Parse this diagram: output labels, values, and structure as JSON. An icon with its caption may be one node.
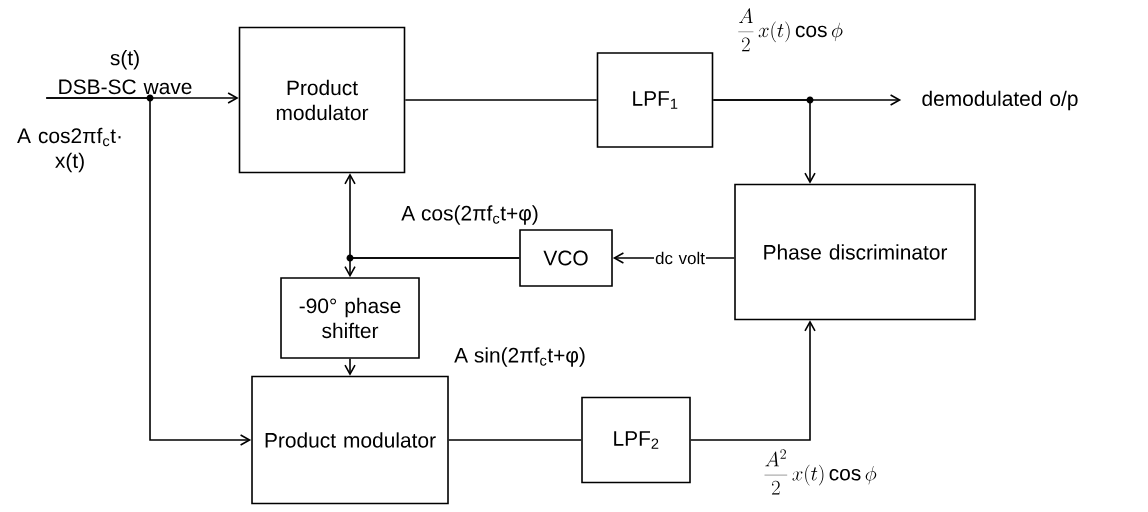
{
  "diagram": {
    "nodes": [
      {
        "text": [
          "Product modulator"
        ]
      },
      {
        "text": [
          "LPF$_{1}$"
        ]
      },
      {
        "text": [
          "Phase discriminator"
        ]
      },
      {
        "text": [
          "VCO"
        ]
      },
      {
        "text": [
          "-90° phase shifter"
        ]
      },
      {
        "text": [
          "Product modulator"
        ]
      },
      {
        "text": [
          "LPF$_{2}$"
        ]
      },
      {
        "text": [
          "s(t)",
          "DSB-SC wave"
        ]
      },
      {
        "text": [
          "demodulated o/p"
        ]
      }
    ],
    "edges": [
      {
        "from": 7,
        "to": 0,
        "arrow": "to"
      },
      {
        "from": 7,
        "to": 5,
        "arrow": "to"
      },
      {
        "from": 0,
        "to": 1,
        "arrow": "none"
      },
      {
        "from": 1,
        "to": 8,
        "arrow": "to"
      },
      {
        "from": 1,
        "to": 2,
        "arrow": "to"
      },
      {
        "from": 2,
        "to": 3,
        "arrow": "to",
        "label": "dc volt"
      },
      {
        "from": 3,
        "to": 0,
        "arrow": "to",
        "label": "A cos(2πf$_{c}$t+φ)"
      },
      {
        "from": 3,
        "to": 4,
        "arrow": "to"
      },
      {
        "from": 4,
        "to": 5,
        "arrow": "to",
        "label": "A sin(2πf$_{c}$t+φ)"
      },
      {
        "from": 5,
        "to": 6,
        "arrow": "none"
      },
      {
        "from": 6,
        "to": 2,
        "arrow": "to"
      }
    ],
    "labels": [
      "A cos2πf$_{c}$t· x(t)",
      "\\frac{A}{2}\\,x(t)\\cos\\phi",
      "\\frac{A^{2}}{2}\\,x(t)\\cos\\phi"
    ]
  }
}
